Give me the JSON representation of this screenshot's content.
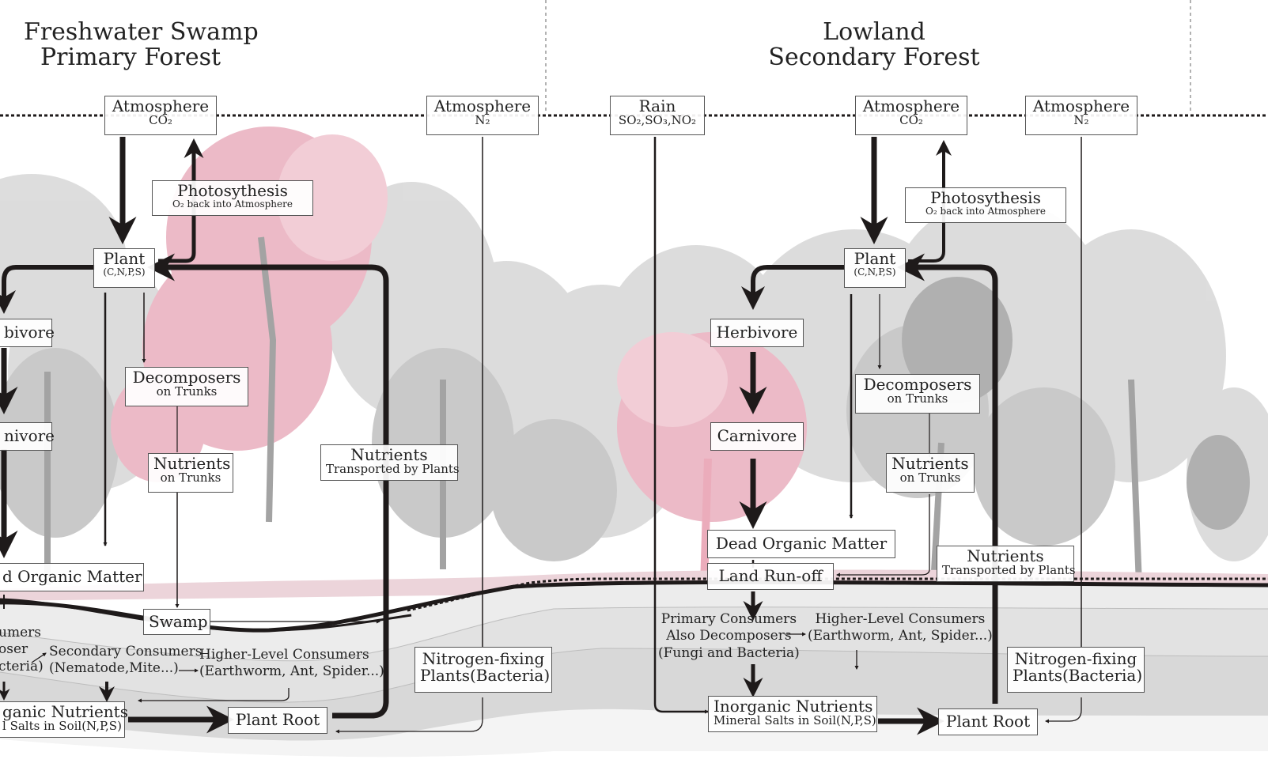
{
  "titles": {
    "left": "Freshwater Swamp\nPrimary Forest",
    "right": "Lowland\nSecondary Forest"
  },
  "colors": {
    "ink": "#1e1a1a",
    "accent_pink": "#e7a3b4",
    "soil": "#d4d4d4"
  },
  "left": {
    "atmosphere_co2": {
      "title": "Atmosphere",
      "sub": "CO₂"
    },
    "atmosphere_n2": {
      "title": "Atmosphere",
      "sub": "N₂"
    },
    "photosynthesis": {
      "title": "Photosythesis",
      "sub": "O₂ back into Atmosphere"
    },
    "plant": {
      "title": "Plant",
      "sub": "(C,N,P,S)"
    },
    "herbivore": "bivore",
    "carnivore": "nivore",
    "decomposers": {
      "title": "Decomposers",
      "sub": "on Trunks"
    },
    "nutrients_trunks": {
      "title": "Nutrients",
      "sub": "on Trunks"
    },
    "nutrients_transported": {
      "title": "Nutrients",
      "sub": "Transported by Plants"
    },
    "dead_organic": "d Organic Matter",
    "swamp": "Swamp",
    "consumers_cut": "umers\noser\ncteria)",
    "secondary_consumers": "Secondary Consumers\n(Nematode,Mite...)",
    "higher_consumers": "Higher-Level Consumers\n(Earthworm, Ant, Spider...)",
    "nitrogen_fixing": "Nitrogen-fixing\nPlants(Bacteria)",
    "inorganic": {
      "title": "ganic Nutrients",
      "sub": "l Salts in Soil(N,P,S)"
    },
    "plant_root": "Plant Root"
  },
  "right": {
    "rain": {
      "title": "Rain",
      "sub": "SO₂,SO₃,NO₂"
    },
    "atmosphere_co2": {
      "title": "Atmosphere",
      "sub": "CO₂"
    },
    "atmosphere_n2": {
      "title": "Atmosphere",
      "sub": "N₂"
    },
    "photosynthesis": {
      "title": "Photosythesis",
      "sub": "O₂ back into Atmosphere"
    },
    "plant": {
      "title": "Plant",
      "sub": "(C,N,P,S)"
    },
    "herbivore": "Herbivore",
    "carnivore": "Carnivore",
    "decomposers": {
      "title": "Decomposers",
      "sub": "on Trunks"
    },
    "nutrients_trunks": {
      "title": "Nutrients",
      "sub": "on Trunks"
    },
    "dead_organic": "Dead Organic Matter",
    "land_runoff": "Land Run-off",
    "nutrients_transported": {
      "title": "Nutrients",
      "sub": "Transported by Plants"
    },
    "primary_consumers": "Primary Consumers\nAlso Decomposers\n(Fungi and Bacteria)",
    "higher_consumers": "Higher-Level Consumers\n(Earthworm, Ant, Spider...)",
    "nitrogen_fixing": "Nitrogen-fixing\nPlants(Bacteria)",
    "inorganic": {
      "title": "Inorganic Nutrients",
      "sub": "Mineral Salts in Soil(N,P,S)"
    },
    "plant_root": "Plant Root"
  }
}
